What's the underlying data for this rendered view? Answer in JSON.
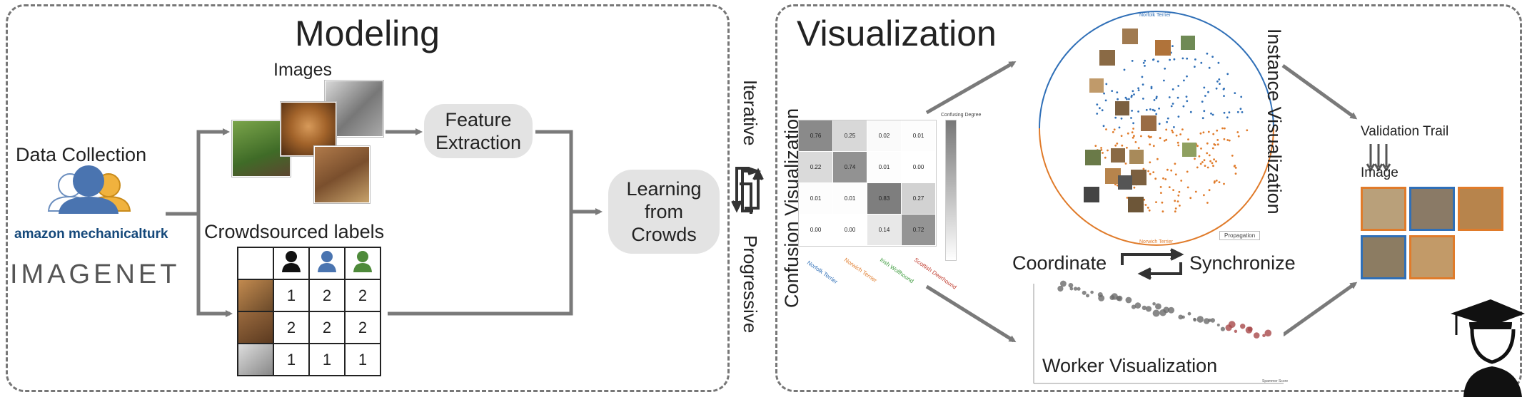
{
  "modeling": {
    "title": "Modeling",
    "images_label": "Images",
    "data_collection_label": "Data Collection",
    "amt_logo": "amazon mechanicalturk",
    "imagenet_logo": "IMAGENET",
    "feature_extraction": "Feature Extraction",
    "learning_from_crowds": "Learning from Crowds",
    "crowdsourced_labels": "Crowdsourced labels",
    "label_table": {
      "workers": [
        {
          "icon": "worker-black-icon",
          "color": "#111111"
        },
        {
          "icon": "worker-blue-icon",
          "color": "#4a74b0"
        },
        {
          "icon": "worker-green-icon",
          "color": "#4e8a3a"
        }
      ],
      "rows": [
        [
          "1",
          "2",
          "2"
        ],
        [
          "2",
          "2",
          "2"
        ],
        [
          "1",
          "1",
          "1"
        ]
      ]
    }
  },
  "loop": {
    "iterative": "Iterative",
    "progressive": "Progressive"
  },
  "visualization": {
    "title": "Visualization",
    "confusion_label": "Confusion Visualization",
    "instance_label": "Instance Visualization",
    "worker_label": "Worker Visualization",
    "coordinate": "Coordinate",
    "synchronize": "Synchronize",
    "validation_trail": "Validation Trail",
    "image_label": "Image",
    "confusion_matrix": {
      "values": [
        [
          "0.76",
          "0.25",
          "0.02",
          "0.01"
        ],
        [
          "0.22",
          "0.74",
          "0.01",
          "0.00"
        ],
        [
          "0.01",
          "0.01",
          "0.83",
          "0.27"
        ],
        [
          "0.00",
          "0.00",
          "0.14",
          "0.72"
        ]
      ],
      "classes": [
        "Norfolk Terrier",
        "Norwich Terrier",
        "Irish Wolfhound",
        "Scottish Deerhound"
      ],
      "class_colors": [
        "#2f6fb7",
        "#e07b2a",
        "#3a9a3a",
        "#c0392b"
      ],
      "legend_title": "Confusing Degree"
    },
    "instance_view": {
      "top_label": "Norfolk Terrier",
      "bottom_label": "Norwich Terrier",
      "propagation_button": "Propagation",
      "top_arc_color": "#2f6fb7",
      "bottom_arc_color": "#e07b2a"
    },
    "worker_view": {
      "axis_label": "Spammer Score"
    },
    "trail_colors": [
      "#e07b2a",
      "#2f6fb7",
      "#e07b2a",
      "#2f6fb7",
      "#e07b2a"
    ]
  }
}
